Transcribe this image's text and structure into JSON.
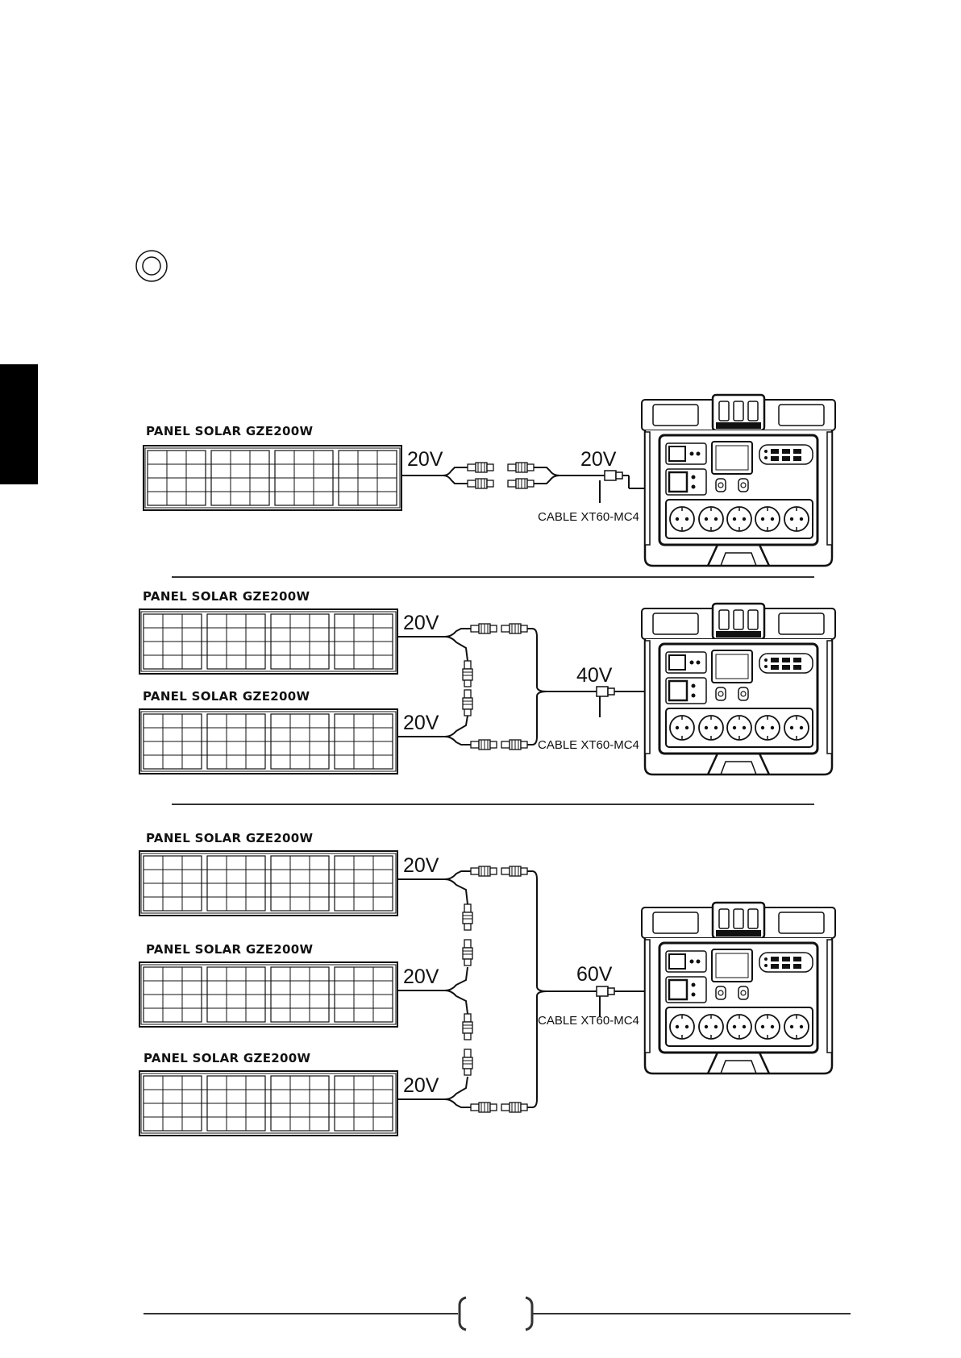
{
  "panel_label": "PANEL SOLAR GZE200W",
  "cable_label": "CABLE XT60-MC4",
  "page_number": "",
  "diagrams": [
    {
      "panels": [
        {
          "label": "PANEL SOLAR GZE200W",
          "voltage": "20V"
        }
      ],
      "output_voltage": "20V",
      "cable": "CABLE XT60-MC4"
    },
    {
      "panels": [
        {
          "label": "PANEL SOLAR GZE200W",
          "voltage": "20V"
        },
        {
          "label": "PANEL SOLAR GZE200W",
          "voltage": "20V"
        }
      ],
      "output_voltage": "40V",
      "cable": "CABLE XT60-MC4"
    },
    {
      "panels": [
        {
          "label": "PANEL SOLAR GZE200W",
          "voltage": "20V"
        },
        {
          "label": "PANEL SOLAR GZE200W",
          "voltage": "20V"
        },
        {
          "label": "PANEL SOLAR GZE200W",
          "voltage": "20V"
        }
      ],
      "output_voltage": "60V",
      "cable": "CABLE XT60-MC4"
    }
  ],
  "colors": {
    "ink": "#111111",
    "line": "#333333",
    "tab": "#000000"
  }
}
